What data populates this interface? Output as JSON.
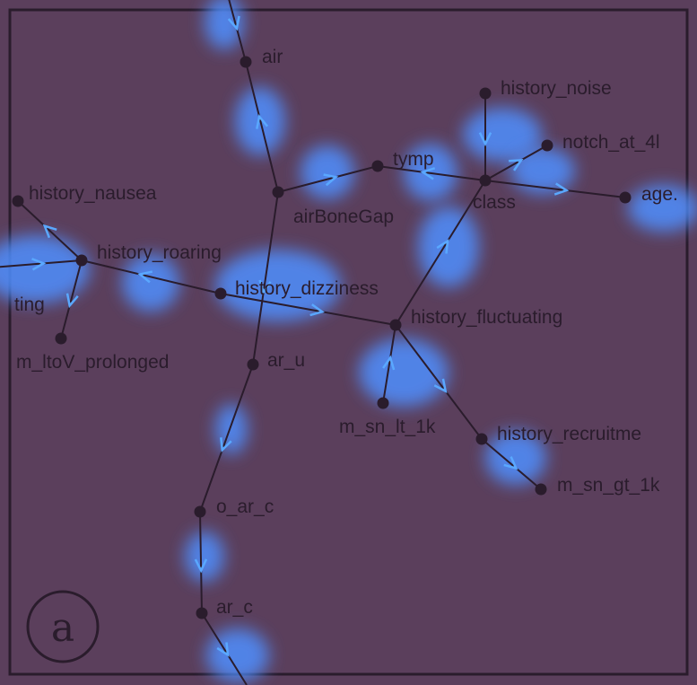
{
  "badge": "a",
  "nodes": [
    {
      "id": "air",
      "label": "air"
    },
    {
      "id": "airBoneGap",
      "label": "airBoneGap"
    },
    {
      "id": "tymp",
      "label": "tymp"
    },
    {
      "id": "class",
      "label": "class"
    },
    {
      "id": "history_noise",
      "label": "history_noise"
    },
    {
      "id": "notch_at_4k",
      "label": "notch_at_4l"
    },
    {
      "id": "age",
      "label": "age."
    },
    {
      "id": "history_nausea",
      "label": "history_nausea"
    },
    {
      "id": "history_roaring",
      "label": "history_roaring"
    },
    {
      "id": "history_dizziness",
      "label": "history_dizziness"
    },
    {
      "id": "history_fluctuating",
      "label": "history_fluctuating"
    },
    {
      "id": "fluctuating_left",
      "label": "ting"
    },
    {
      "id": "m_ltoV_prolonged",
      "label": "m_ltoV_prolonged"
    },
    {
      "id": "ar_u",
      "label": "ar_u"
    },
    {
      "id": "m_sn_lt_1k",
      "label": "m_sn_lt_1k"
    },
    {
      "id": "history_recruitment",
      "label": "history_recruitme"
    },
    {
      "id": "m_sn_gt_1k",
      "label": "m_sn_gt_1k"
    },
    {
      "id": "o_ar_c",
      "label": "o_ar_c"
    },
    {
      "id": "ar_c",
      "label": "ar_c"
    }
  ],
  "edges": [
    {
      "from": "air_top",
      "to": "air"
    },
    {
      "from": "airBoneGap",
      "to": "air"
    },
    {
      "from": "airBoneGap",
      "to": "tymp"
    },
    {
      "from": "class",
      "to": "tymp"
    },
    {
      "from": "history_noise",
      "to": "class"
    },
    {
      "from": "class",
      "to": "notch_at_4k"
    },
    {
      "from": "class",
      "to": "age"
    },
    {
      "from": "history_fluctuating",
      "to": "class"
    },
    {
      "from": "airBoneGap",
      "to": "ar_u"
    },
    {
      "from": "history_dizziness",
      "to": "history_roaring"
    },
    {
      "from": "history_dizziness",
      "to": "history_fluctuating"
    },
    {
      "from": "history_roaring",
      "to": "history_nausea"
    },
    {
      "from": "fluctuating_left",
      "to": "history_roaring"
    },
    {
      "from": "history_roaring",
      "to": "m_ltoV_prolonged"
    },
    {
      "from": "m_sn_lt_1k",
      "to": "history_fluctuating"
    },
    {
      "from": "history_fluctuating",
      "to": "history_recruitment"
    },
    {
      "from": "history_recruitment",
      "to": "m_sn_gt_1k"
    },
    {
      "from": "ar_u",
      "to": "o_ar_c"
    },
    {
      "from": "o_ar_c",
      "to": "ar_c"
    },
    {
      "from": "ar_c",
      "to": "ar_c_bottom"
    }
  ],
  "highlight_color": "#4f8fff",
  "edge_color": "#2a1c2c",
  "arrow_color": "#5aa8ff"
}
